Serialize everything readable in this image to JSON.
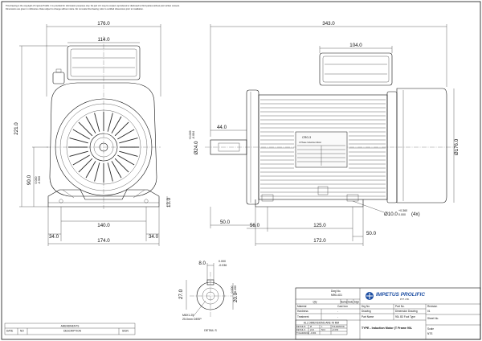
{
  "disclaimer": [
    "This drawing is the copyright of Impetus Prolific. It is provided for information purposes only. No part of it may be copied, reproduced or disclosed to third parties without prior written consent.",
    "Dimensions are given in millimetres. Data subject to change without notice. Do not scale this drawing; refer to certified dimensions prior to installation."
  ],
  "dimensions": {
    "front_width_top": "176.0",
    "terminal_box_width": "114.0",
    "overall_height": "221.0",
    "shaft_centre_height": "90.0",
    "shaft_centre_tolerance": [
      "0.000",
      "-0.500"
    ],
    "foot_hole_span": "140.0",
    "foot_width": "174.0",
    "foot_offset": "34.0",
    "foot_height": "13.0",
    "overall_length": "343.0",
    "side_terminal_box": "104.0",
    "shaft_length": "44.0",
    "shaft_diameter": "Ø24.0",
    "shaft_diameter_tolerance": [
      "+0.009",
      "-0.004"
    ],
    "body_diameter": "Ø176.0",
    "shaft_to_foot": "50.0",
    "shoulder_to_foot": "56.0",
    "foot_hole_pitch": "125.0",
    "foot_rear": "50.0",
    "foot_length": "172.0",
    "foot_hole_diameter": "Ø10.0",
    "foot_hole_tolerance": [
      "+0.360",
      "0.000"
    ],
    "foot_hole_count": "(4x)"
  },
  "detail": {
    "label": "DETAIL S",
    "key_width": "8.0",
    "key_width_tolerance": [
      "0.000",
      "-0.036"
    ],
    "shaft_height": "27.0",
    "key_depth": "20.0",
    "key_depth_tolerance": [
      "0.000",
      "-0.200"
    ],
    "thread_callout": [
      "M8X1.25",
      "25.0mm DEEP"
    ]
  },
  "shaft_note": {
    "title": "ALL DIMENSIONS ARE IN MM",
    "header": [
      "DETAIL/S",
      "Ø",
      "L",
      "TOLERANCE"
    ],
    "rows": [
      [
        "DETAIL S",
        "24.0",
        "50.0",
        "+0.009"
      ],
      [
        "TOLERANCE",
        "-0.004",
        "",
        ""
      ]
    ]
  },
  "title_block": {
    "brand": "IMPETUS PROLIFIC",
    "brand_sub": "PVT. LTD.",
    "dwg_no_label": "Dwg No.",
    "dwg_no": "M90L4G1",
    "top_row": [
      "Qty",
      "Name",
      "Date",
      "Sign"
    ],
    "rows": [
      [
        "Material",
        "Cast Iron",
        "Drg No",
        "Part No.",
        "Revision"
      ],
      [
        "Hardness",
        "-",
        "Drawing",
        "Dimension Drawing",
        "01"
      ],
      [
        "Treatment",
        "-",
        "Part Name",
        "90L B3 Foot Type",
        "Sheet No."
      ]
    ],
    "description": "TYPE - Induction Motor (T Frame 90L",
    "scale_label": "Scale",
    "scale_value": "NTS"
  },
  "amendments": {
    "title": "AMENDMENTS",
    "columns": [
      "DATE",
      "NO",
      "DESCRIPTION",
      "SIGN"
    ]
  },
  "motor_label": {
    "brand": "CRG-3",
    "line": "3 Phase Induction Motor"
  }
}
